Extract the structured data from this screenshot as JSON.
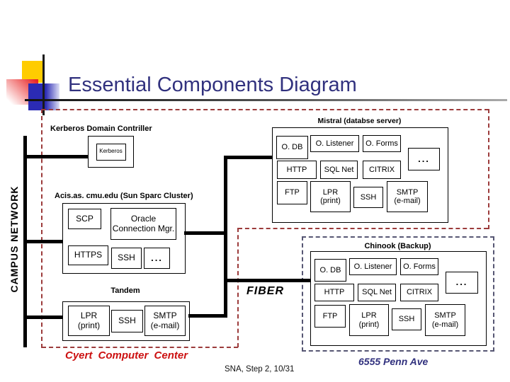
{
  "slide": {
    "title": "Essential Components Diagram",
    "campus_network": "CAMPUS NETWORK",
    "fiber": "FIBER",
    "cyert": "Cyert Computer Center",
    "sna": "SNA, Step 2, 10/31",
    "penn_ave": "6555 Penn Ave"
  },
  "kerberos": {
    "header": "Kerberos Domain Contriller",
    "service": "Kerberos"
  },
  "acis": {
    "header": "Acis.as. cmu.edu (Sun Sparc Cluster)",
    "services": {
      "scp": "SCP",
      "oracle": {
        "l1": "Oracle",
        "l2": "Connection Mgr."
      },
      "https": "HTTPS",
      "ssh": "SSH",
      "more": "..."
    }
  },
  "tandem": {
    "header": "Tandem",
    "services": {
      "lpr": {
        "l1": "LPR",
        "l2": "(print)"
      },
      "ssh": "SSH",
      "smtp": {
        "l1": "SMTP",
        "l2": "(e-mail)"
      }
    }
  },
  "mistral": {
    "header": "Mistral (databse server)",
    "services": {
      "odb": "O. DB",
      "olistener": "O. Listener",
      "oforms": "O. Forms",
      "more": "...",
      "http": "HTTP",
      "sqlnet": "SQL Net",
      "citrix": "CITRIX",
      "ftp": "FTP",
      "lpr": {
        "l1": "LPR",
        "l2": "(print)"
      },
      "ssh": "SSH",
      "smtp": {
        "l1": "SMTP",
        "l2": "(e-mail)"
      }
    }
  },
  "chinook": {
    "header": "Chinook (Backup)",
    "services": {
      "odb": "O. DB",
      "olistener": "O. Listener",
      "oforms": "O. Forms",
      "more": "...",
      "http": "HTTP",
      "sqlnet": "SQL Net",
      "citrix": "CITRIX",
      "ftp": "FTP",
      "lpr": {
        "l1": "LPR",
        "l2": "(print)"
      },
      "ssh": "SSH",
      "smtp": {
        "l1": "SMTP",
        "l2": "(e-mail)"
      }
    }
  },
  "colors": {
    "title_navy": "#31317e",
    "boundary_red_dash": "#9c3b3b",
    "cyert_red": "#cc1111",
    "chinook_dash": "#565673",
    "deco_yellow": "#ffcc00",
    "deco_blue": "#2b2bb4",
    "line_black": "#000000"
  }
}
